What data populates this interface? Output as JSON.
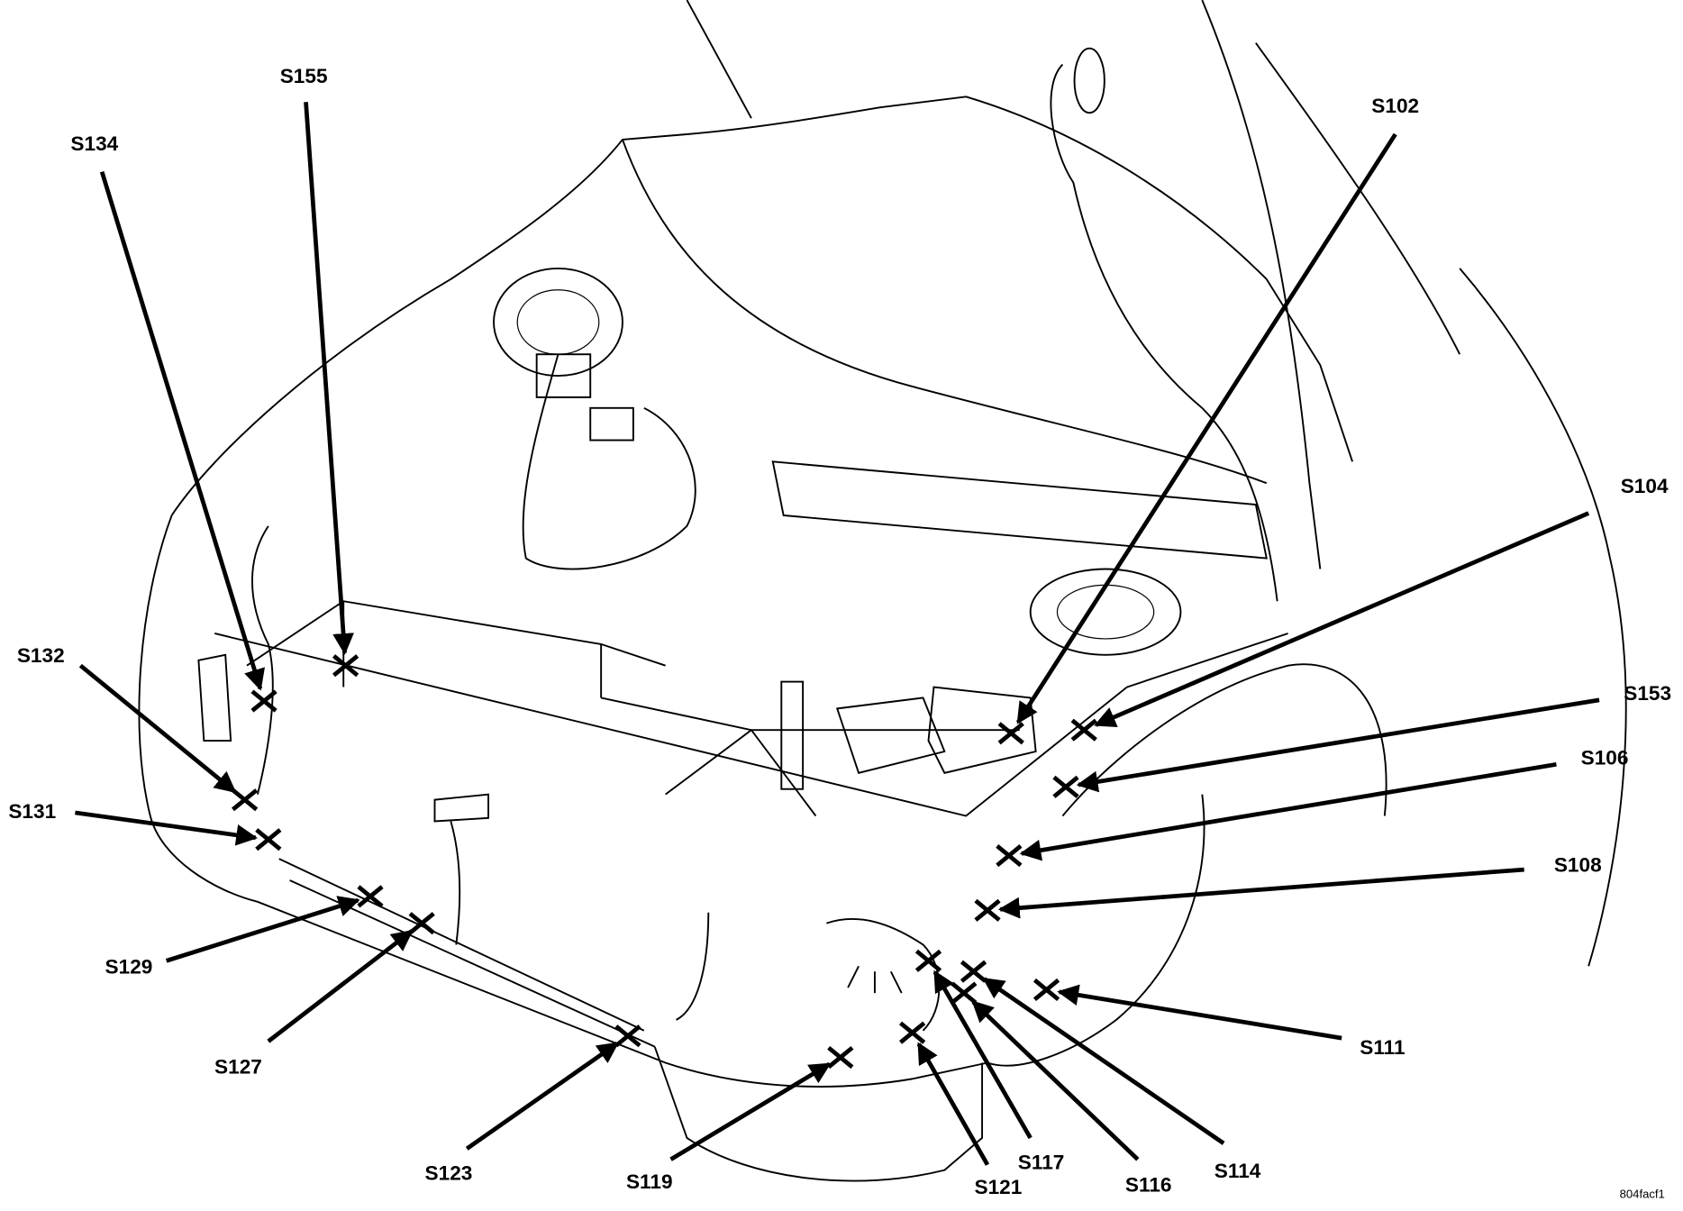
{
  "diagram": {
    "drawing_code": "804facf1",
    "colors": {
      "ink": "#000000",
      "background": "#ffffff"
    },
    "splices": [
      {
        "id": "S155"
      },
      {
        "id": "S134"
      },
      {
        "id": "S102"
      },
      {
        "id": "S104"
      },
      {
        "id": "S153"
      },
      {
        "id": "S106"
      },
      {
        "id": "S108"
      },
      {
        "id": "S111"
      },
      {
        "id": "S114"
      },
      {
        "id": "S116"
      },
      {
        "id": "S117"
      },
      {
        "id": "S121"
      },
      {
        "id": "S119"
      },
      {
        "id": "S123"
      },
      {
        "id": "S127"
      },
      {
        "id": "S129"
      },
      {
        "id": "S131"
      },
      {
        "id": "S132"
      }
    ]
  }
}
